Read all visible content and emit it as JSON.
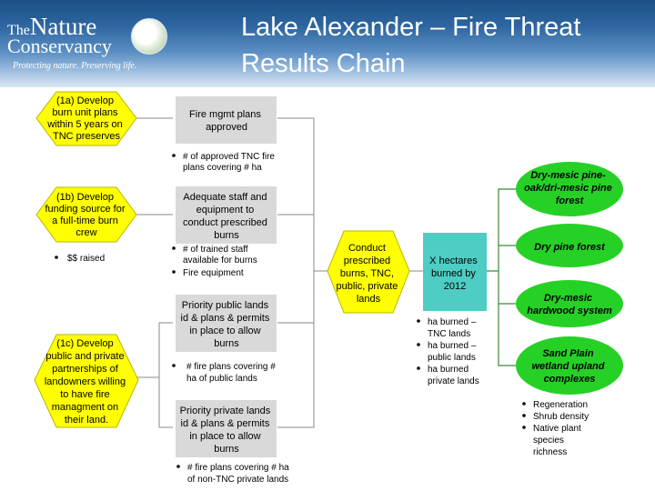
{
  "header": {
    "logo_the": "The",
    "logo_nature": "Nature",
    "logo_conservancy": "Conservancy",
    "logo_tagline": "Protecting nature. Preserving life.",
    "title_line1": "Lake Alexander – Fire Threat",
    "title_line2": "Results Chain"
  },
  "strategies": [
    {
      "lines": [
        "(1a) Develop",
        "burn unit plans",
        "within 5 years on",
        "TNC preserves"
      ]
    },
    {
      "lines": [
        "(1b) Develop",
        "funding source for",
        "a full-time burn",
        "crew"
      ]
    },
    {
      "lines": [
        "(1c) Develop",
        "public and private",
        "partnerships of",
        "landowners willing",
        "to have fire",
        "managment on",
        "their land."
      ]
    }
  ],
  "results": [
    {
      "lines": [
        "Fire mgmt plans",
        "approved"
      ]
    },
    {
      "lines": [
        "Adequate staff and",
        "equipment to",
        "conduct prescribed",
        "burns"
      ]
    },
    {
      "lines": [
        "Priority public lands",
        "id & plans & permits",
        "in place to allow",
        "burns"
      ]
    },
    {
      "lines": [
        "Priority private lands",
        "id & plans & permits",
        "in place to allow",
        "burns"
      ]
    }
  ],
  "conduct": {
    "lines": [
      "Conduct",
      "prescribed",
      "burns, TNC,",
      "public, private",
      "lands"
    ]
  },
  "hectares": {
    "lines": [
      "X hectares",
      "burned by",
      "2012"
    ]
  },
  "targets": [
    {
      "lines": [
        "Dry-mesic pine-",
        "oak/dri-mesic pine",
        "forest"
      ]
    },
    {
      "lines": [
        "Dry pine forest"
      ]
    },
    {
      "lines": [
        "Dry-mesic",
        "hardwood system"
      ]
    },
    {
      "lines": [
        "Sand Plain",
        "wetland upland",
        "complexes"
      ]
    }
  ],
  "indicators": {
    "plans": [
      "# of approved TNC fire",
      "plans covering # ha"
    ],
    "funding": [
      "$$ raised"
    ],
    "staff": [
      "# of trained staff",
      "available for burns"
    ],
    "equipment": [
      "Fire equipment"
    ],
    "public": [
      "# fire plans covering #",
      "ha of public lands"
    ],
    "private": [
      "# fire plans covering # ha",
      "of non-TNC private lands"
    ],
    "burned": [
      "ha burned –",
      "TNC lands",
      "ha burned –",
      "public lands",
      "ha burned",
      "private lands"
    ],
    "ecology": [
      "Regeneration",
      "Shrub density",
      "Native plant",
      "species",
      "richness"
    ]
  },
  "colors": {
    "strategy": "#ffff00",
    "result": "#d9d9d9",
    "hectares": "#4ecdc4",
    "target": "#26d126",
    "header": "#2f66a0"
  }
}
